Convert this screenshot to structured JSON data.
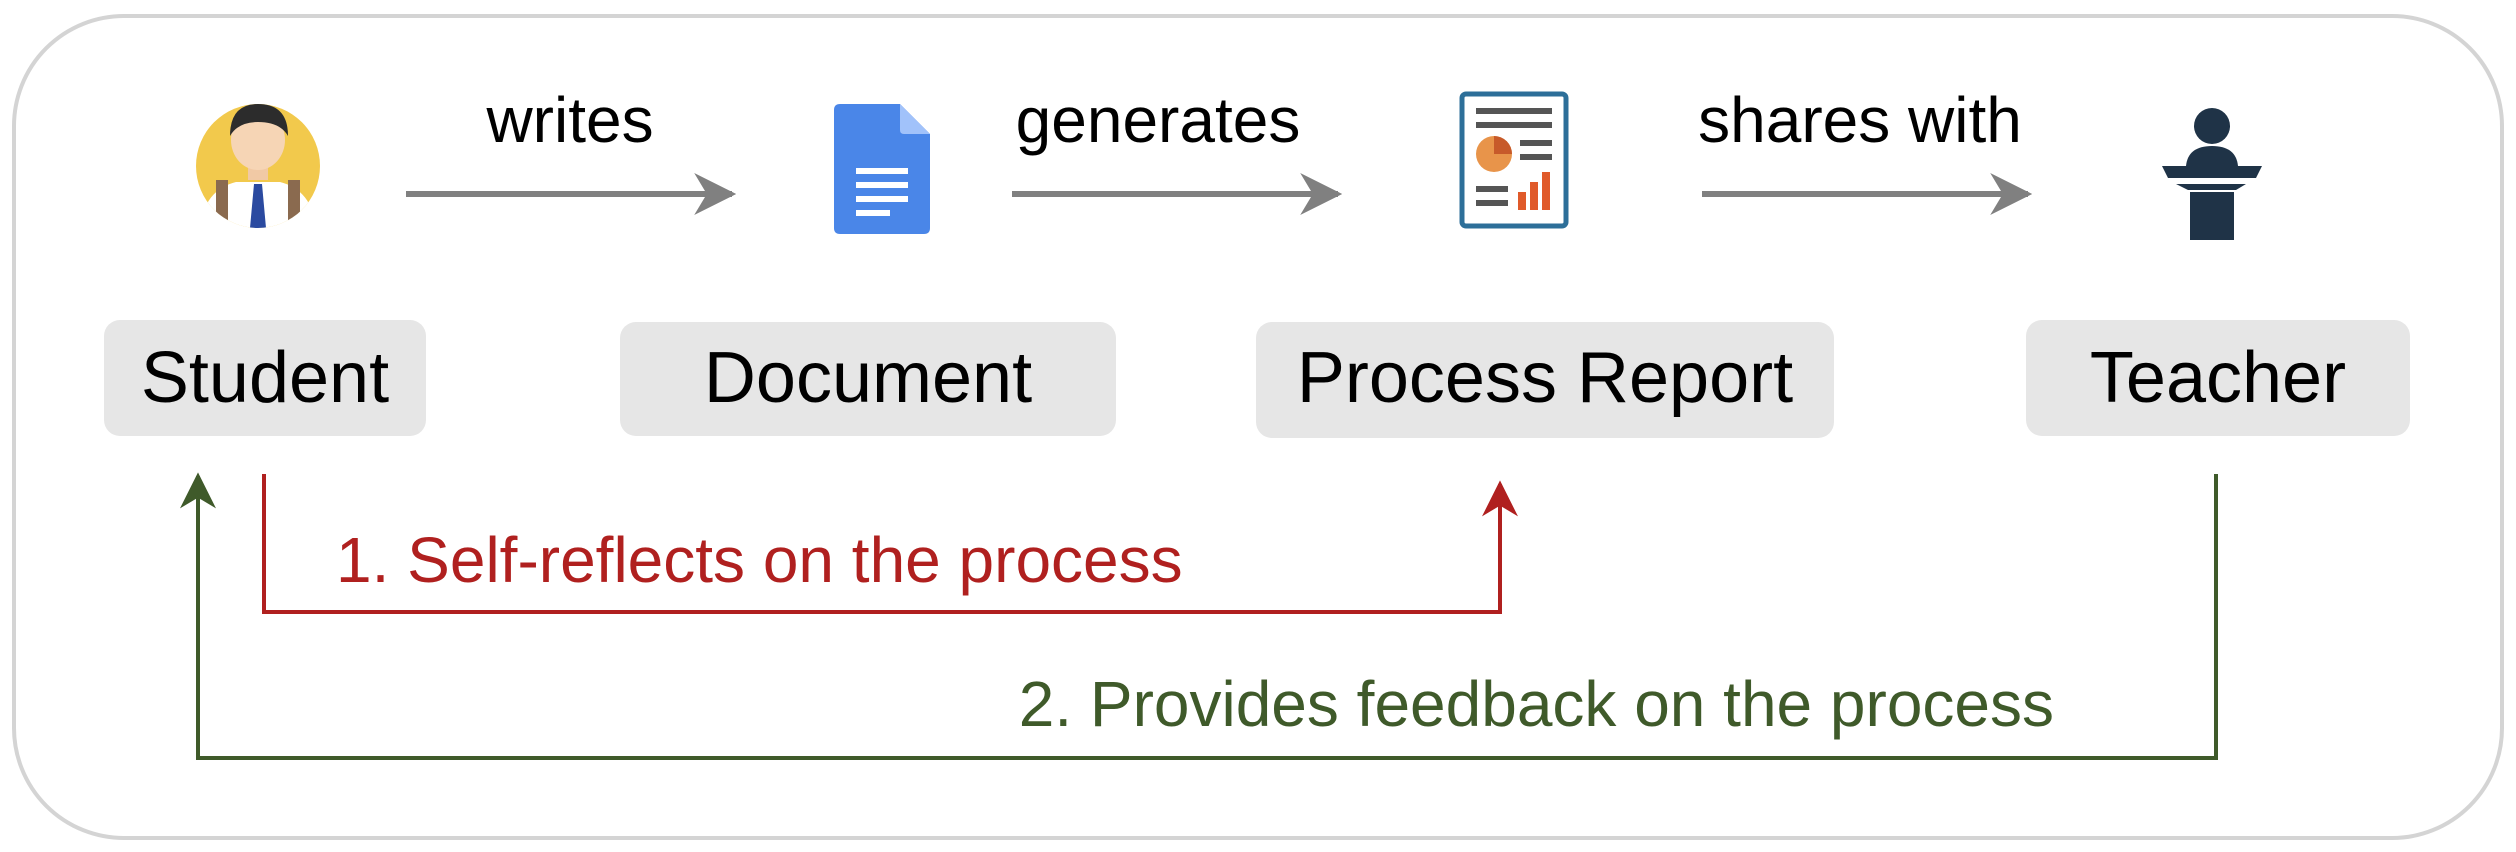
{
  "nodes": {
    "student": "Student",
    "document": "Document",
    "process_report": "Process Report",
    "teacher": "Teacher"
  },
  "edges": {
    "writes": "writes",
    "generates": "generates",
    "shares_with": "shares with"
  },
  "loops": {
    "self_reflect": "1. Self-reflects on the process",
    "feedback": "2. Provides feedback on the process"
  },
  "colors": {
    "box_fill": "#e6e6e6",
    "arrow_gray": "#808080",
    "reflect_red": "#b0201f",
    "feedback_green": "#3f5a2a",
    "doc_blue": "#4a86e8",
    "teacher_navy": "#1f3347"
  },
  "icons": {
    "student": "student-avatar-icon",
    "document": "google-doc-icon",
    "process_report": "report-chart-icon",
    "teacher": "teacher-podium-icon"
  }
}
